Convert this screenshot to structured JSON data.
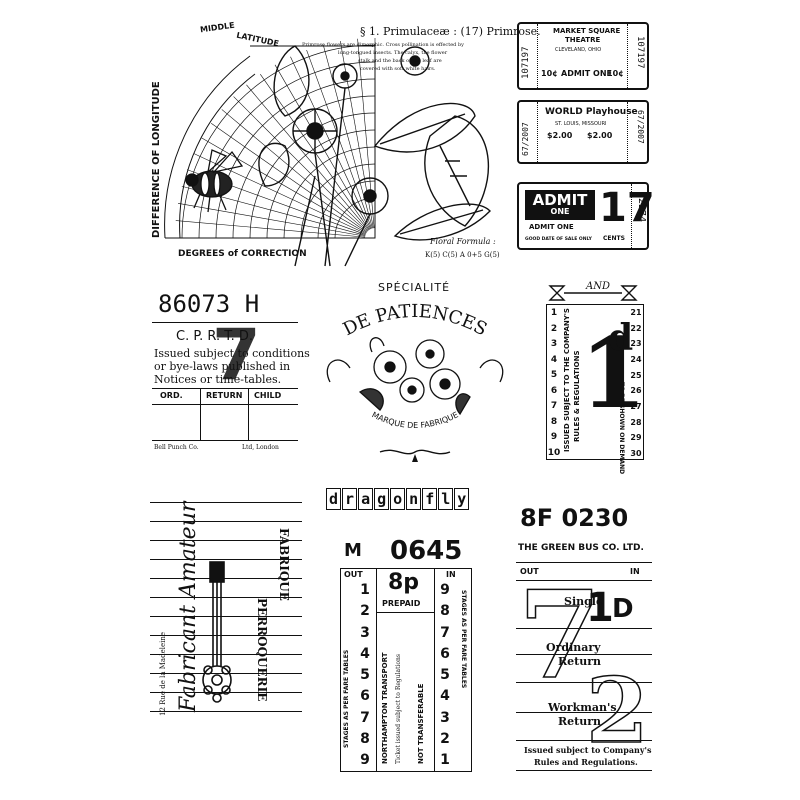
{
  "primrose": {
    "heading": "§ 1. Primulaceæ : (17) Primrose.",
    "body": [
      "Primrose flowers are dimorphic. Cross pollination is effected by",
      "long-tongued insects. The calyx, the flower",
      "stalk and the back of the leaf are",
      "covered with soft white hairs."
    ],
    "middle": "MIDDLE",
    "latitude": "LATITUDE",
    "difference": "DIFFERENCE OF LONGITUDE",
    "degrees": "DEGREES of CORRECTION",
    "formula_label": "Floral Formula :",
    "formula": "K(5) C(5) A 0+5 G(5)"
  },
  "market_ticket": {
    "line1": "MARKET SQUARE",
    "line2": "THEATRE",
    "line3": "CLEVELAND, OHIO",
    "admit": "ADMIT ONE",
    "price_left": "10¢",
    "price_right": "10¢",
    "serial": "107197"
  },
  "world_ticket": {
    "name": "WORLD Playhouse",
    "city": "ST. LOUIS, MISSOURI",
    "p1": "$2.00",
    "p2": "$2.00",
    "serial": "67/2007"
  },
  "admit_ticket": {
    "admit": "ADMIT",
    "one": "ONE",
    "number": "17",
    "cents": "CENTS",
    "admit_small": "ADMIT ONE",
    "good": "GOOD DATE OF SALE ONLY",
    "serial": "02274"
  },
  "cp_ticket": {
    "number": "86073 H",
    "code": "C. P. R. T. D.",
    "lines": [
      "Issued subject to conditions",
      "or bye-laws published in",
      "Notices or time-tables."
    ],
    "cols": [
      "ORD.",
      "RETURN",
      "CHILD"
    ],
    "bottom_left": "Bell Punch Co.",
    "bottom_right": "Ltd, London",
    "big_digit": "7"
  },
  "patiences": {
    "specialite": "SPÉCIALITÉ",
    "title": "DE PATIENCES",
    "marque": "MARQUE DE FABRIQUE"
  },
  "andone": {
    "and": "AND",
    "big": "1",
    "sup": "d",
    "left_nums": [
      "1",
      "2",
      "3",
      "4",
      "5",
      "6",
      "7",
      "8",
      "9",
      "10"
    ],
    "right_nums": [
      "21",
      "22",
      "23",
      "24",
      "25",
      "26",
      "27",
      "28",
      "29",
      "30"
    ],
    "text_a": "ISSUED SUBJECT TO THE COMPANY'S",
    "text_b": "RULES & REGULATIONS",
    "text_c": "TO BE SHOWN ON DEMAND"
  },
  "fabrique": {
    "script": "Fabricant Amateur",
    "fab": "FABRIQUE",
    "perroquet": "PERROQUERIE",
    "small": "12 Rue de la Madeleine"
  },
  "dragonfly": {
    "letters": [
      "d",
      "r",
      "a",
      "g",
      "o",
      "n",
      "f",
      "l",
      "y"
    ]
  },
  "m_ticket": {
    "prefix": "M",
    "number": "0645",
    "out": "OUT",
    "in": "IN",
    "price": "8p",
    "prepaid": "PREPAID",
    "left_nums": [
      "1",
      "2",
      "3",
      "4",
      "5",
      "6",
      "7",
      "8",
      "9"
    ],
    "right_nums": [
      "9",
      "8",
      "7",
      "6",
      "5",
      "4",
      "3",
      "2",
      "1"
    ],
    "left_text": "STAGES AS PER FARE TABLES",
    "right_text": "STAGES AS PER FARE TABLES",
    "mid_a": "NORTHAMPTON TRANSPORT",
    "mid_b": "Ticket issued subject to Regulations",
    "mid_c": "NOT TRANSFERABLE"
  },
  "green_bus": {
    "number": "8F 0230",
    "company": "THE GREEN BUS CO. LTD.",
    "out": "OUT",
    "in": "IN",
    "single": "Single",
    "ordinary": "Ordinary",
    "return": "Return",
    "workmans": "Workman's",
    "return2": "Return",
    "fare": "1",
    "fare_sup": "D",
    "big_left": "7",
    "big_right": "2",
    "bottom_a": "Issued subject to Company's",
    "bottom_b": "Rules and Regulations."
  }
}
